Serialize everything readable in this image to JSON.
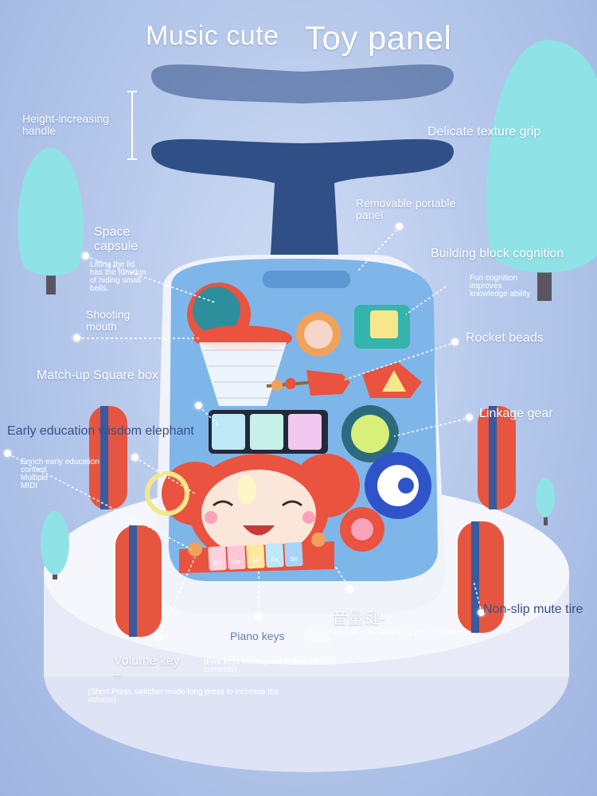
{
  "title": {
    "part1": "Music cute",
    "part2": "Toy panel"
  },
  "labels": {
    "height_handle": "Height-increasing\nhandle",
    "texture_grip": "Delicate texture grip",
    "removable_panel": "Removable portable\npanel",
    "space_capsule": "Space\ncapsule",
    "space_capsule_note": "Lifting the lid\nhas the function\nof hiding small\nballs.",
    "building_block": "Building block cognition",
    "fun_cognition_note": "Fun cognition\nimproves\nknowledge ability",
    "shooting_mouth": "Shooting\nmouth",
    "rocket_beads": "Rocket beads",
    "matchup_box": "Match-up Square box",
    "linkage_gear": "Linkage gear",
    "early_education": "Early education wisdom elephant",
    "enrich_note": "Enrich early education\ncontent\nMultiple\nMIDI",
    "volume_cn": "音量键-",
    "volume_minus_note": "(Short Press to Play MIDI long press to reduce\nvolume",
    "nonslip_tire": "Non-slip mute tire",
    "piano_keys": "Piano keys",
    "five_keys_note": "(Five keys correspond to five different\ncontents)",
    "volume_key": "Volume key\n+",
    "volume_plus_note": "(Short Press switcher mode long press to increase the\nvolume)"
  },
  "piano_keys": [
    "Do",
    "Re",
    "Mi",
    "Fa",
    "So"
  ],
  "colors": {
    "background": "#b3c6ea",
    "toy_blue": "#6fa8e0",
    "handle": "#2f4f86",
    "wheel": "#e6553f",
    "tree": "#8fe0e3"
  }
}
